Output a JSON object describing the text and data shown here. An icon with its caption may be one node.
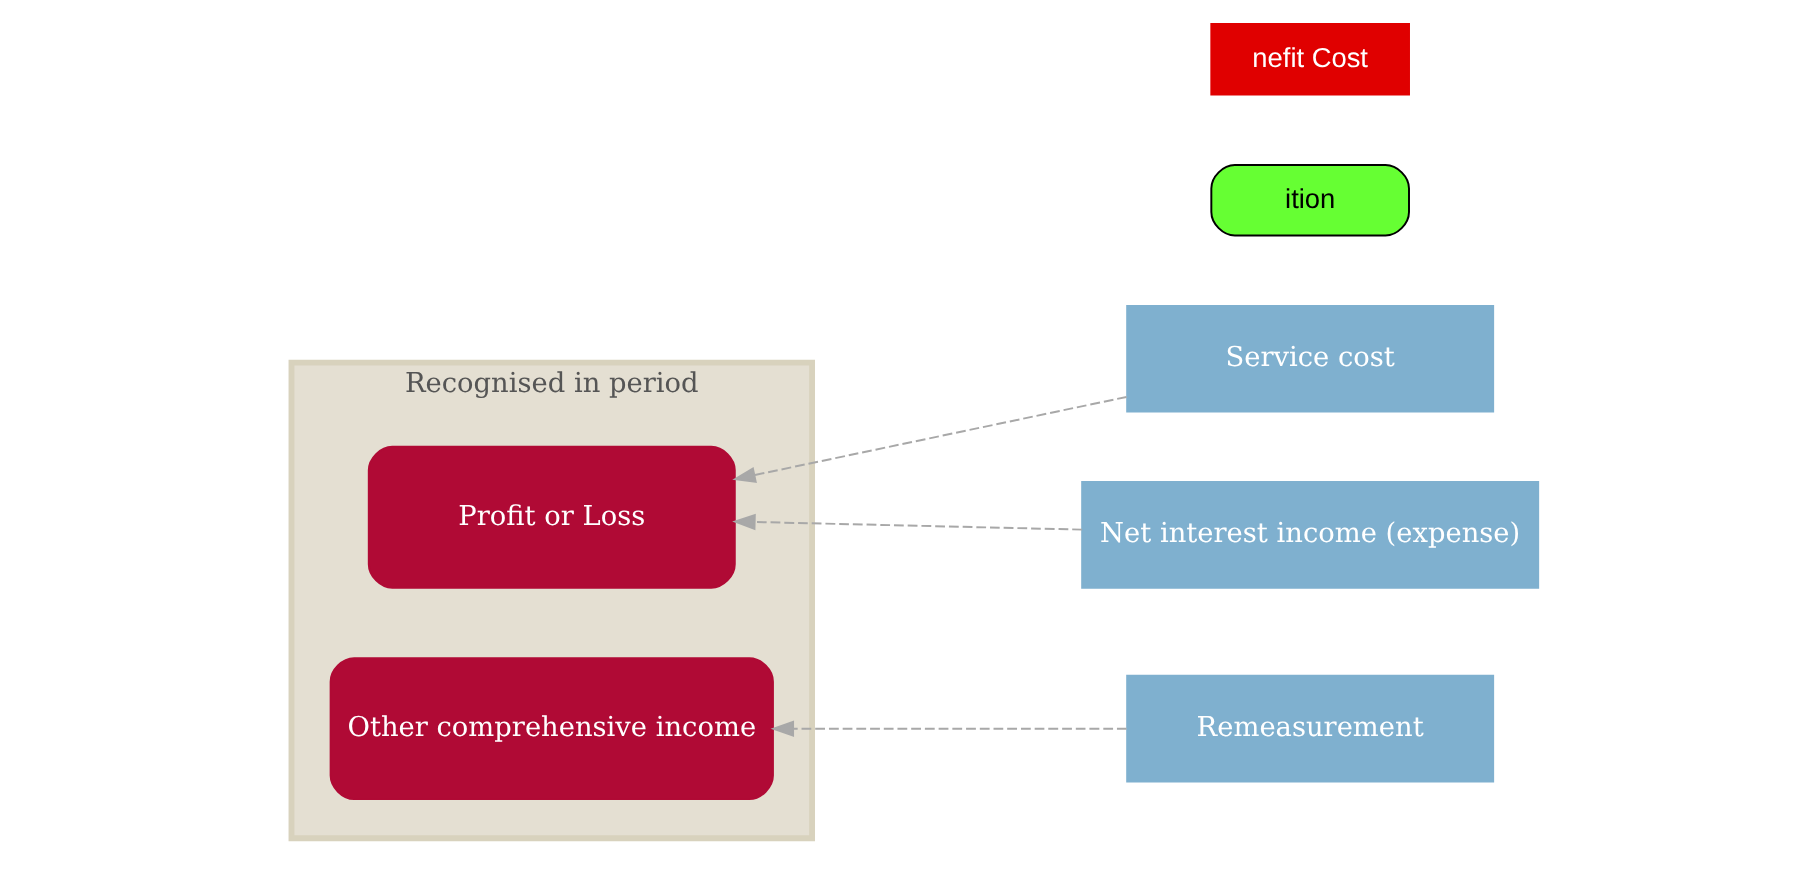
{
  "diagram": {
    "nodes": [
      {
        "text": [
          "Recognised in period"
        ]
      },
      {
        "text": [
          "Profit or Loss"
        ],
        "in": 0
      },
      {
        "text": [
          "Other comprehensive income"
        ],
        "in": 0
      },
      {
        "text": [
          "Service cost"
        ]
      },
      {
        "text": [
          "Net interest income (expense)"
        ]
      },
      {
        "text": [
          "Remeasurement"
        ]
      },
      {
        "text": [
          "ition"
        ]
      },
      {
        "text": [
          "nefit Cost"
        ]
      }
    ],
    "edges": [
      {
        "from": 3,
        "to": 1,
        "arrow": "to",
        "style": "dashed"
      },
      {
        "from": 4,
        "to": 1,
        "arrow": "to",
        "style": "dashed"
      },
      {
        "from": 5,
        "to": 2,
        "arrow": "to",
        "style": "dashed"
      }
    ]
  }
}
